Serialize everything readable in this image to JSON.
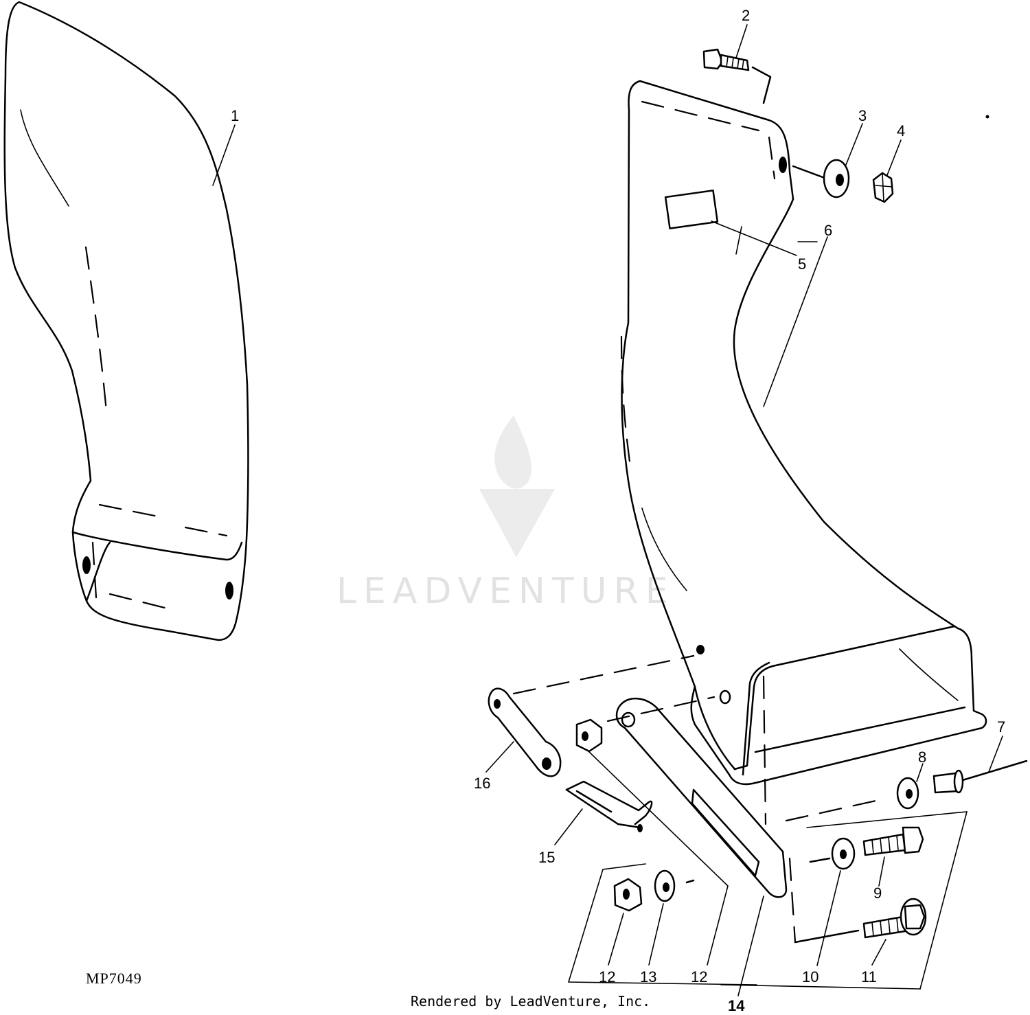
{
  "watermark": {
    "text": "LEADVENTURE"
  },
  "drawing_code": "MP7049",
  "credit": "Rendered by LeadVenture, Inc.",
  "callouts": {
    "c1": "1",
    "c2": "2",
    "c3": "3",
    "c4": "4",
    "c5": "5",
    "c6": "6",
    "c7": "7",
    "c8": "8",
    "c9": "9",
    "c10": "10",
    "c11": "11",
    "c12a": "12",
    "c13": "13",
    "c12b": "12",
    "c14": "14",
    "c15": "15",
    "c16": "16"
  }
}
